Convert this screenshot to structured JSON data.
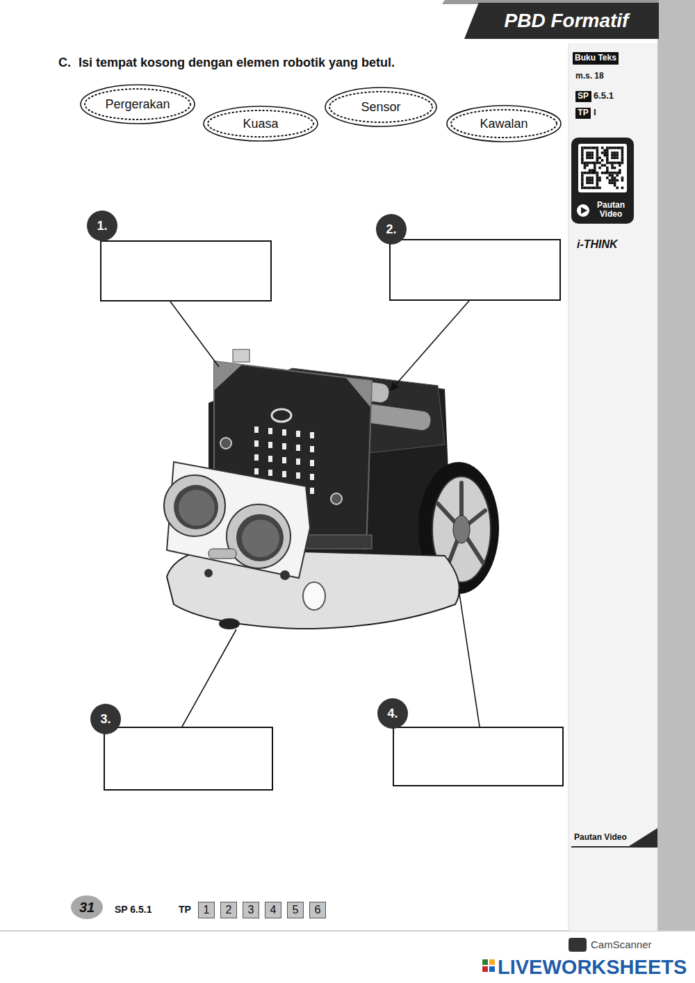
{
  "diagram": {
    "nodes": [
      {
        "text": [
          "PBD Formatif"
        ]
      },
      {
        "text": [
          "Pergerakan"
        ]
      },
      {
        "text": [
          "Kuasa"
        ]
      },
      {
        "text": [
          "Sensor"
        ]
      },
      {
        "text": [
          "Kawalan"
        ]
      },
      {
        "text": [
          "Buku Teks"
        ]
      },
      {
        "text": [
          "SP"
        ]
      },
      {
        "text": [
          "TP"
        ]
      },
      {
        "text": [
          "1."
        ]
      },
      {
        "text": [
          "2."
        ]
      },
      {
        "text": [
          "3."
        ]
      },
      {
        "text": [
          "4."
        ]
      },
      {
        "text": [
          "31"
        ]
      },
      {
        "text": [
          "1"
        ]
      },
      {
        "text": [
          "2"
        ]
      },
      {
        "text": [
          "3"
        ]
      },
      {
        "text": [
          "4"
        ]
      },
      {
        "text": [
          "5"
        ]
      },
      {
        "text": [
          "6"
        ]
      }
    ],
    "labels": [
      "C.",
      "Isi tempat kosong dengan elemen robotik yang betul.",
      "m.s. 18",
      "6.5.1",
      "I",
      "Pautan Video",
      "i-THINK",
      "SP 6.5.1",
      "TP",
      "Pautan Video",
      "LIVEWORKSHEETS",
      "CamScanner"
    ]
  }
}
